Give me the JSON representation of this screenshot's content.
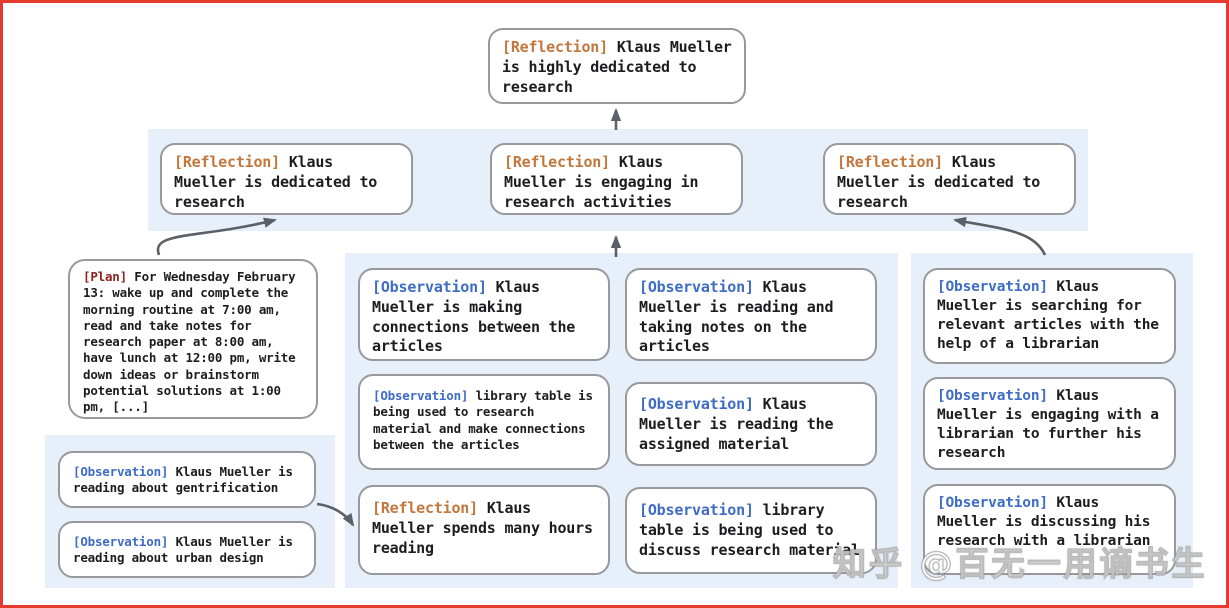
{
  "colors": {
    "page_border": "#e53a2e",
    "band_background": "#e7effa",
    "box_border": "#97999c",
    "reflection_tag": "#c2773c",
    "observation_tag": "#3e6cc5",
    "plan_tag": "#8d2420",
    "body_text": "#1d1d1f",
    "arrow": "#5a6066"
  },
  "nodes": {
    "top": {
      "tag": "[Reflection]",
      "text": "Klaus Mueller is highly dedicated to research"
    },
    "reflections": [
      {
        "tag": "[Reflection]",
        "text": "Klaus Mueller is dedicated to research"
      },
      {
        "tag": "[Reflection]",
        "text": "Klaus Mueller is engaging in research activities"
      },
      {
        "tag": "[Reflection]",
        "text": "Klaus Mueller is dedicated to research"
      }
    ],
    "plan": {
      "tag": "[Plan]",
      "text": "For Wednesday February 13: wake up and complete the morning routine at 7:00 am, read and take notes for research paper at 8:00 am, have lunch at 12:00 pm, write down ideas or brainstorm potential solutions at 1:00 pm, [...]"
    },
    "left_observations": [
      {
        "tag": "[Observation]",
        "text": "Klaus Mueller is reading about gentrification"
      },
      {
        "tag": "[Observation]",
        "text": "Klaus Mueller is reading about urban design"
      }
    ],
    "mid_col1": [
      {
        "tag": "[Observation]",
        "text": "Klaus Mueller is making connections between the articles"
      },
      {
        "tag": "[Observation]",
        "text": "library table is being used to research material and make connections between the articles"
      },
      {
        "tag": "[Reflection]",
        "text": "Klaus Mueller spends many hours reading"
      }
    ],
    "mid_col2": [
      {
        "tag": "[Observation]",
        "text": "Klaus Mueller is reading and taking notes on the articles"
      },
      {
        "tag": "[Observation]",
        "text": "Klaus Mueller is reading the assigned material"
      },
      {
        "tag": "[Observation]",
        "text": "library table is being used to discuss research material"
      }
    ],
    "right_observations": [
      {
        "tag": "[Observation]",
        "text": "Klaus Mueller is searching for relevant articles with the help of a librarian"
      },
      {
        "tag": "[Observation]",
        "text": "Klaus Mueller is engaging with a librarian to further his research"
      },
      {
        "tag": "[Observation]",
        "text": "Klaus Mueller is discussing his research with a librarian"
      }
    ]
  },
  "watermark": {
    "text": "知乎 @百无一用谪书生"
  }
}
